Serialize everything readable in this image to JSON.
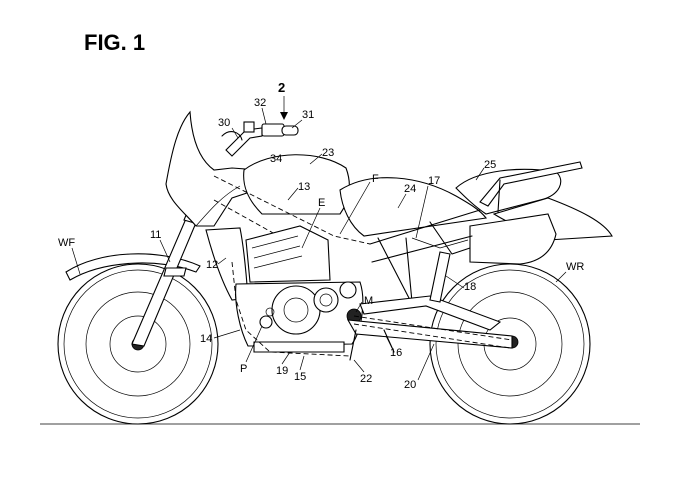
{
  "figure": {
    "title": "FIG. 1"
  },
  "references": {
    "r2": "2",
    "r11": "11",
    "r12": "12",
    "r13": "13",
    "r14": "14",
    "r15": "15",
    "r16": "16",
    "r17": "17",
    "r18": "18",
    "r19": "19",
    "r20": "20",
    "r22": "22",
    "r23": "23",
    "r24": "24",
    "r25": "25",
    "r30": "30",
    "r31": "31",
    "r32": "32",
    "r34": "34",
    "rE": "E",
    "rF": "F",
    "rM": "M",
    "rP": "P",
    "rWF": "WF",
    "rWR": "WR"
  }
}
